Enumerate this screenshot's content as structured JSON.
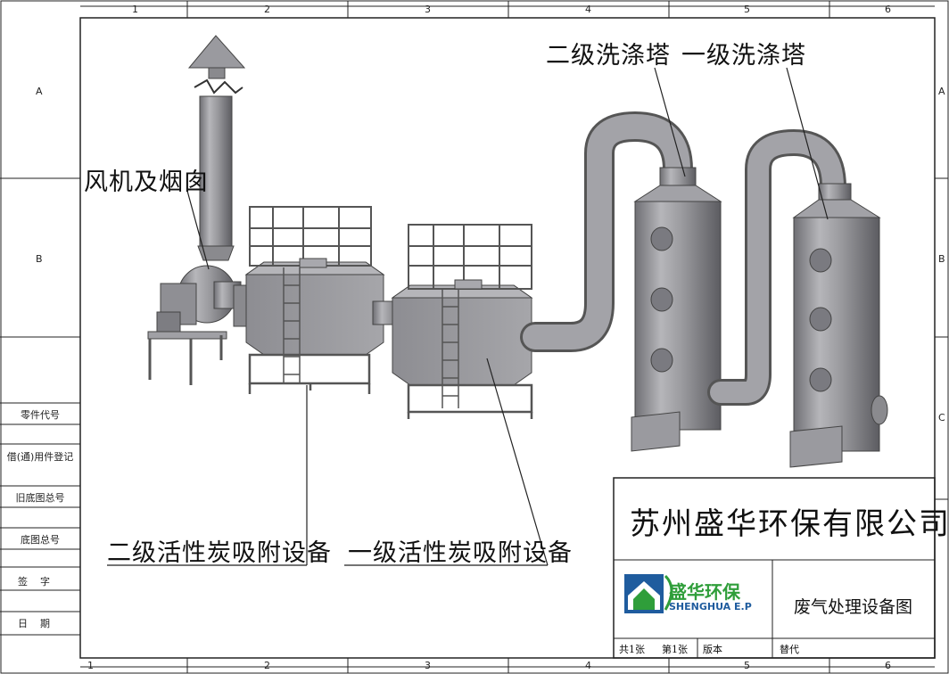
{
  "grid": {
    "columns": [
      "1",
      "2",
      "3",
      "4",
      "5",
      "6"
    ],
    "rows": [
      "A",
      "B",
      "C"
    ]
  },
  "side_table": {
    "rows": [
      "零件代号",
      "借(通)用件登记",
      "旧底图总号",
      "底图总号",
      "签字",
      "日期"
    ]
  },
  "callouts": {
    "fan_chimney": "风机及烟囱",
    "scrubber_2": "二级洗涤塔",
    "scrubber_1": "一级洗涤塔",
    "carbon_2": "二级活性炭吸附设备",
    "carbon_1": "一级活性炭吸附设备"
  },
  "title_block": {
    "company": "苏州盛华环保有限公司",
    "logo_cn": "盛华环保",
    "logo_en": "SHENGHUA E.P",
    "drawing_title": "废气处理设备图",
    "total_sheets": "共1张",
    "sheet_no": "第1张",
    "version": "版本",
    "replace": "替代"
  },
  "colors": {
    "logo_green": "#2f9e3a",
    "logo_blue": "#1f5c9e",
    "equipment": "#8a8a8e"
  }
}
